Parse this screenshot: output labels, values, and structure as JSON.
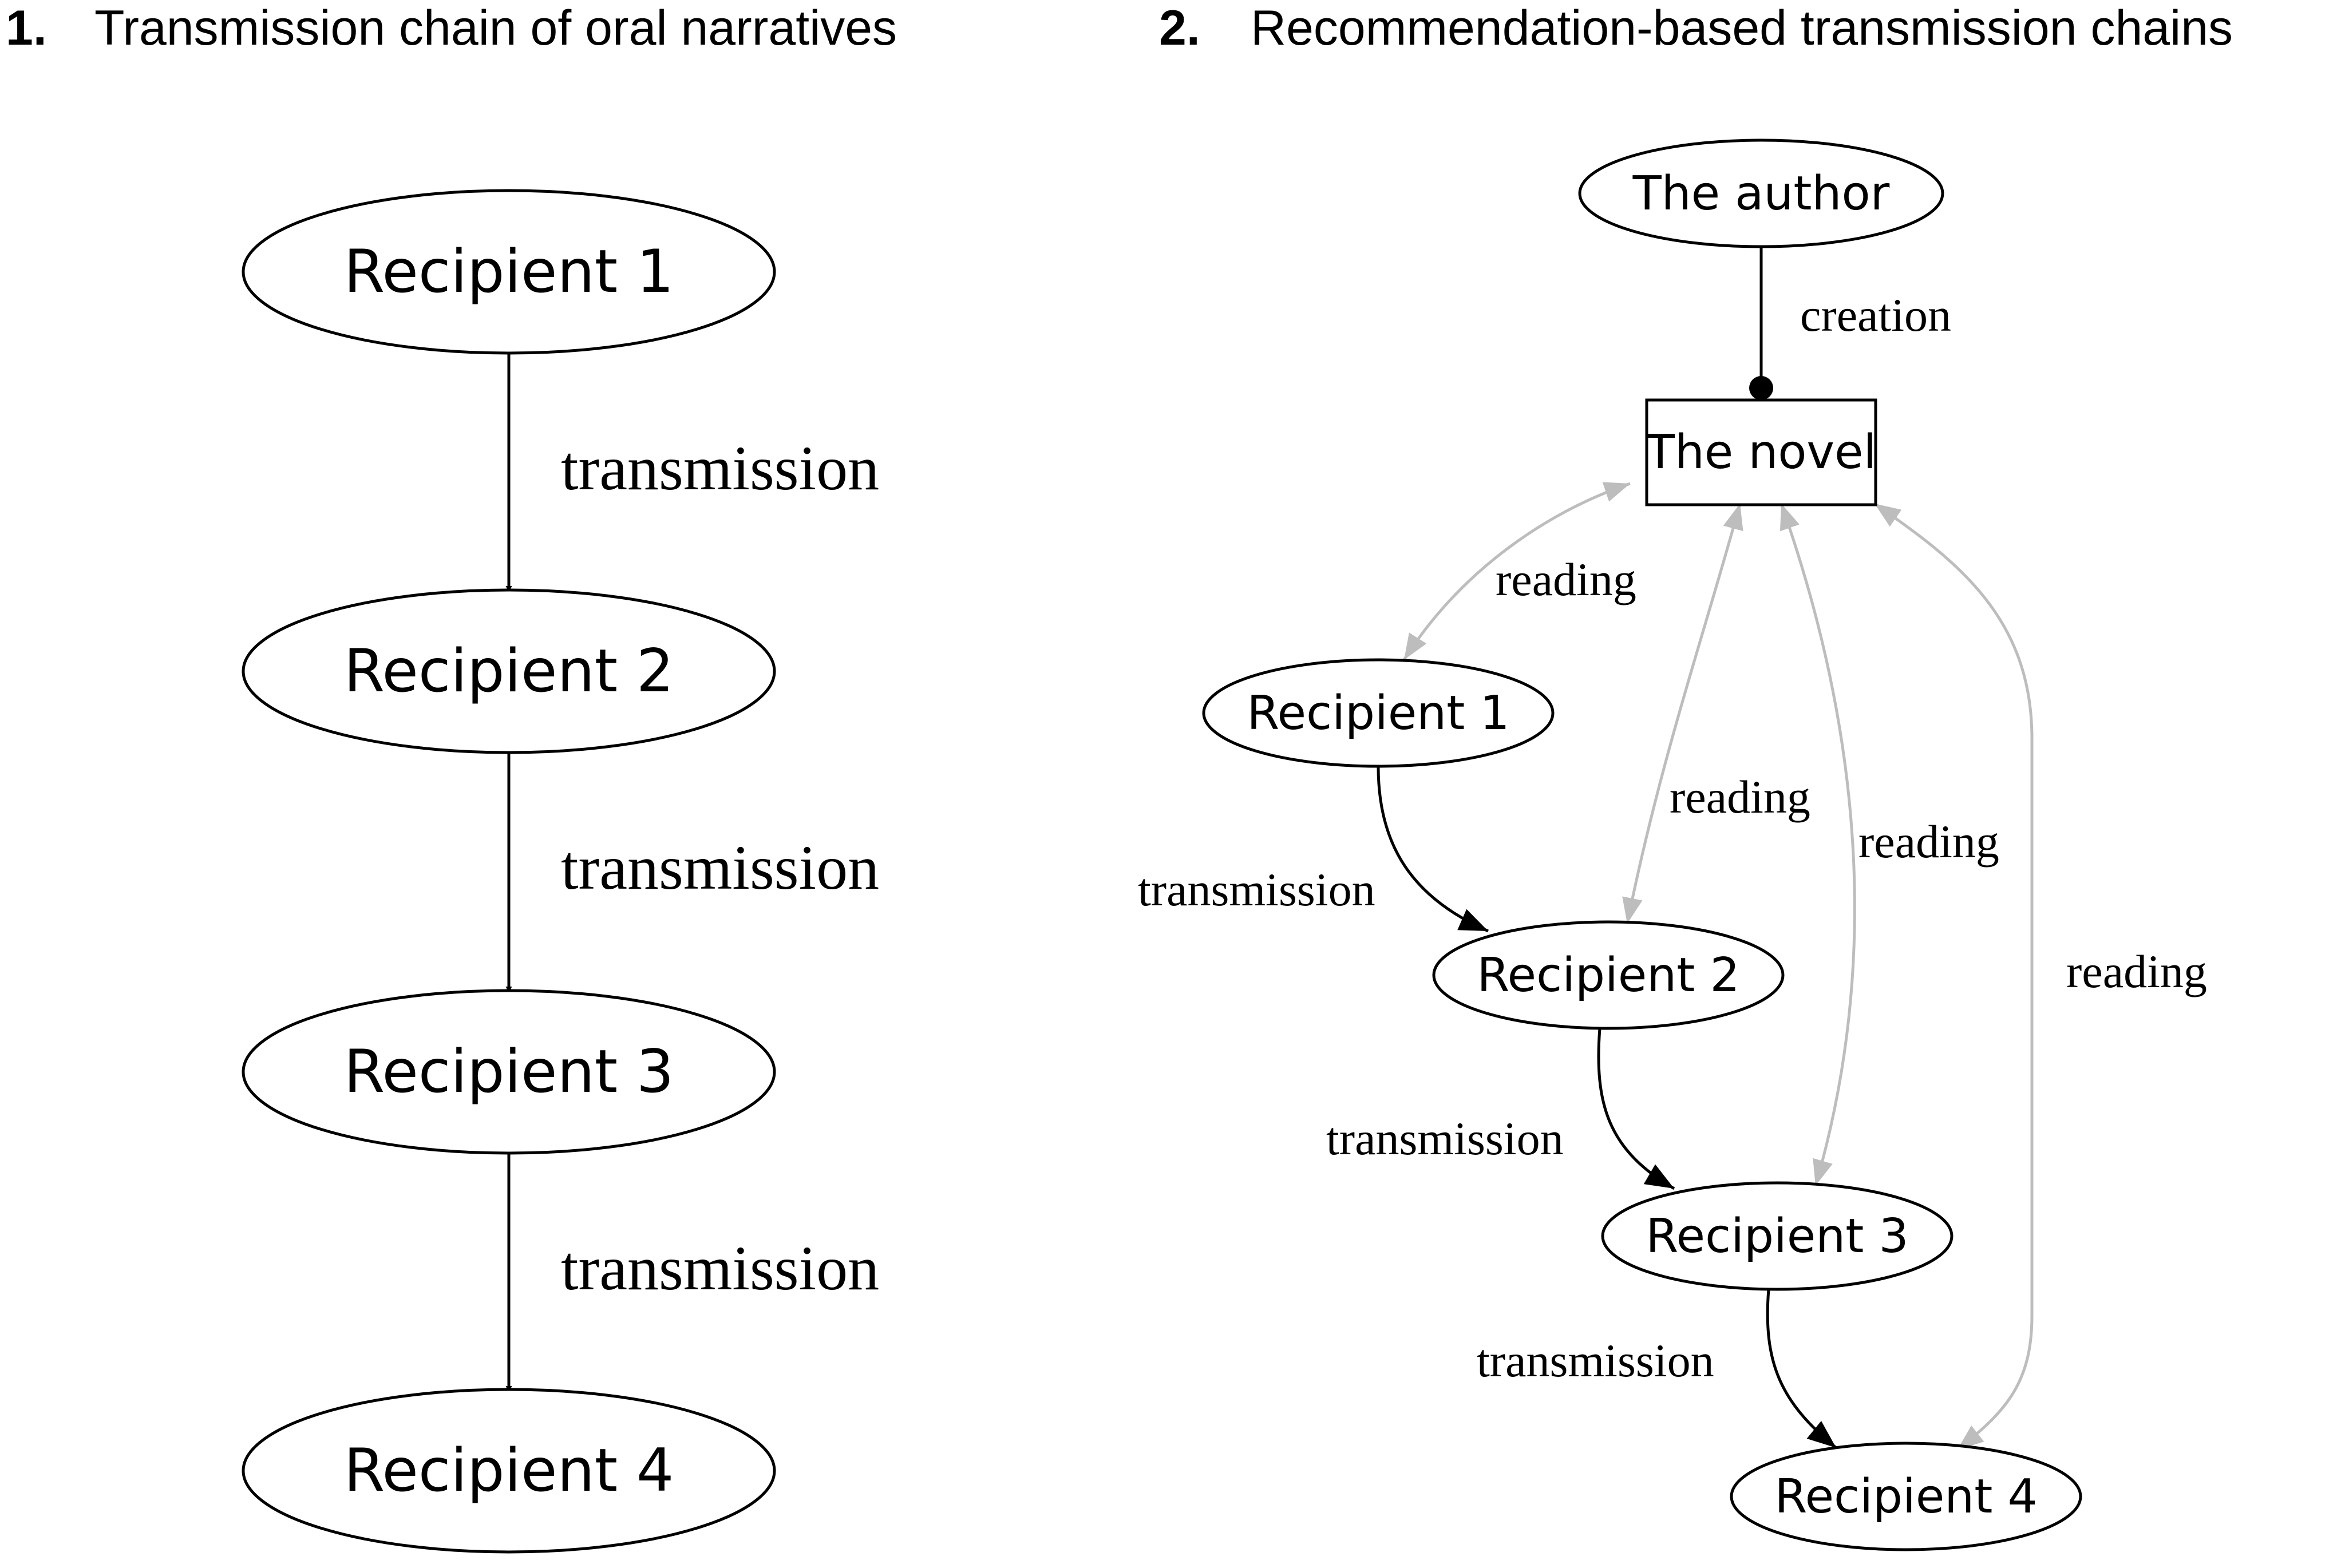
{
  "panel1": {
    "number": "1.",
    "title": "Transmission chain of oral narratives",
    "nodes": [
      "Recipient 1",
      "Recipient 2",
      "Recipient 3",
      "Recipient 4"
    ],
    "edge_label": "transmission"
  },
  "panel2": {
    "number": "2.",
    "title": "Recommendation-based transmission chains",
    "author": "The author",
    "novel": "The novel",
    "creation_label": "creation",
    "reading_label": "reading",
    "transmission_label": "transmission",
    "recipients": [
      "Recipient 1",
      "Recipient 2",
      "Recipient 3",
      "Recipient 4"
    ]
  },
  "colors": {
    "transmission_edge": "#000000",
    "reading_edge": "#bdbdbd"
  }
}
